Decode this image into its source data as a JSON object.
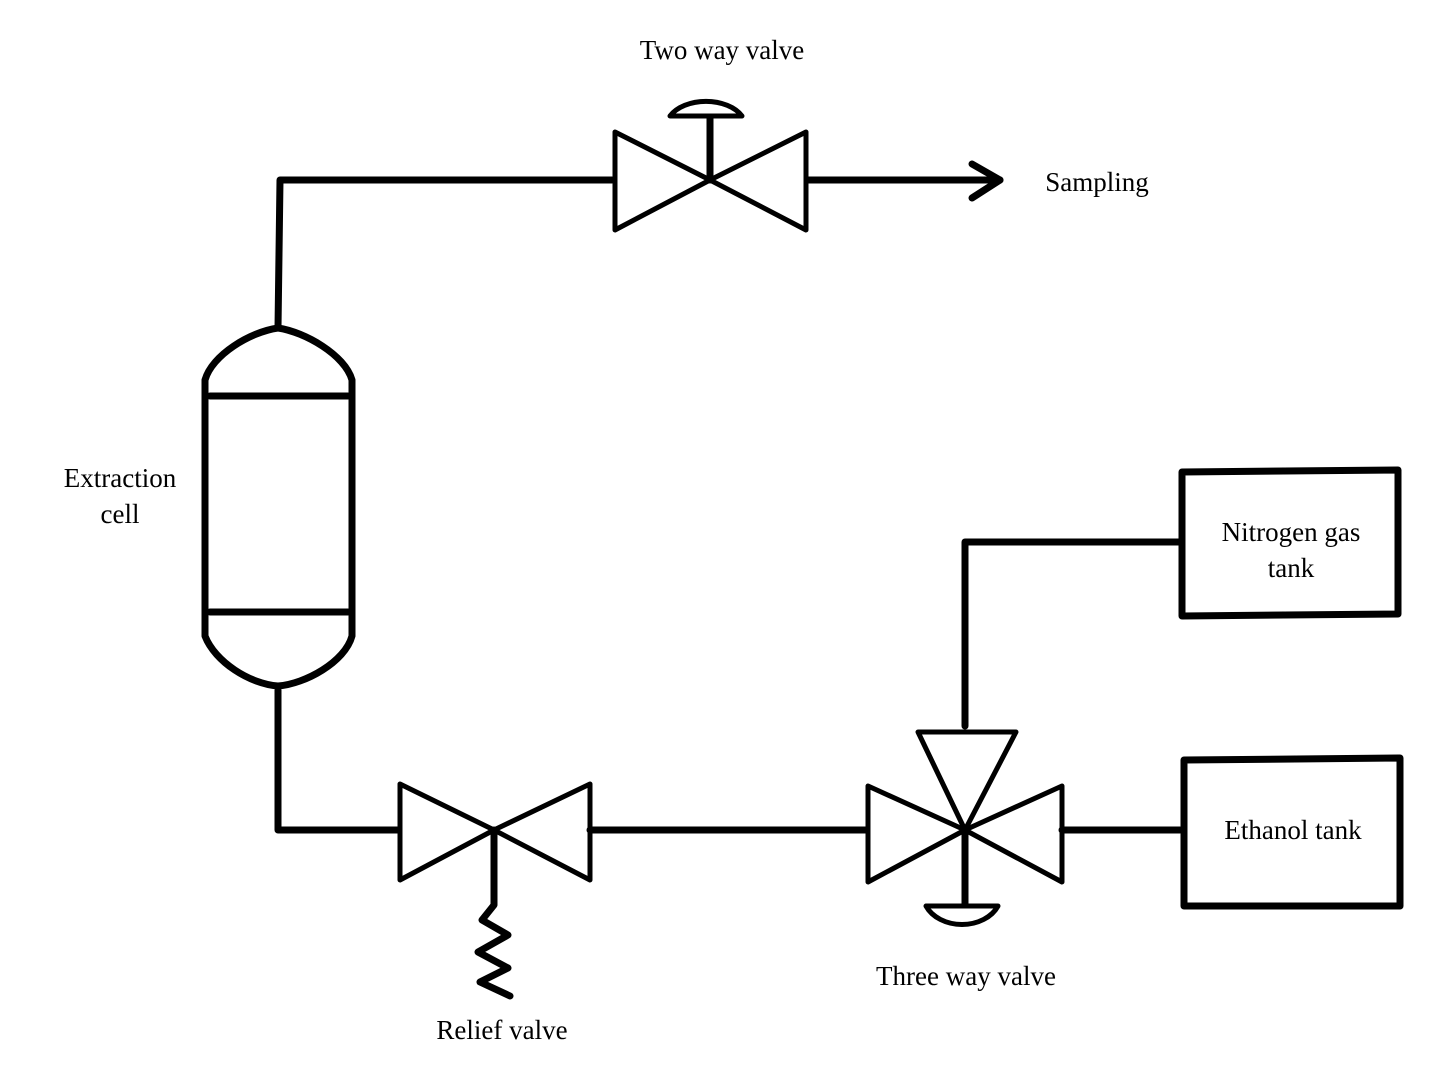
{
  "labels": {
    "two_way_valve": "Two way valve",
    "sampling": "Sampling",
    "extraction_cell_line1": "Extraction",
    "extraction_cell_line2": "cell",
    "nitrogen_tank_line1": "Nitrogen gas",
    "nitrogen_tank_line2": "tank",
    "ethanol_tank": "Ethanol tank",
    "relief_valve": "Relief valve",
    "three_way_valve": "Three way valve"
  },
  "colors": {
    "line": "#000000",
    "background": "#ffffff"
  }
}
